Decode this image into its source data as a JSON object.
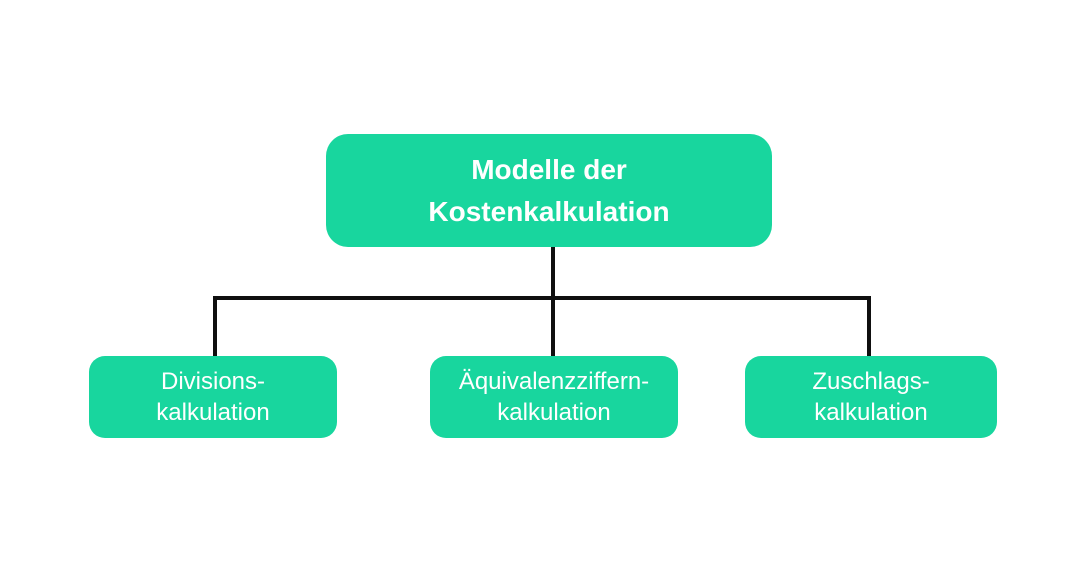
{
  "diagram": {
    "root": {
      "label_lines": [
        "Modelle der",
        "Kostenkalkulation"
      ]
    },
    "children": [
      {
        "label_lines": [
          "Divisions-",
          "kalkulation"
        ]
      },
      {
        "label_lines": [
          "Äquivalenzziffern-",
          "kalkulation"
        ]
      },
      {
        "label_lines": [
          "Zuschlags-",
          "kalkulation"
        ]
      }
    ],
    "colors": {
      "node_fill": "#18d69e",
      "node_text": "#ffffff",
      "connector": "#0f0f0f",
      "background": "#ffffff"
    }
  }
}
